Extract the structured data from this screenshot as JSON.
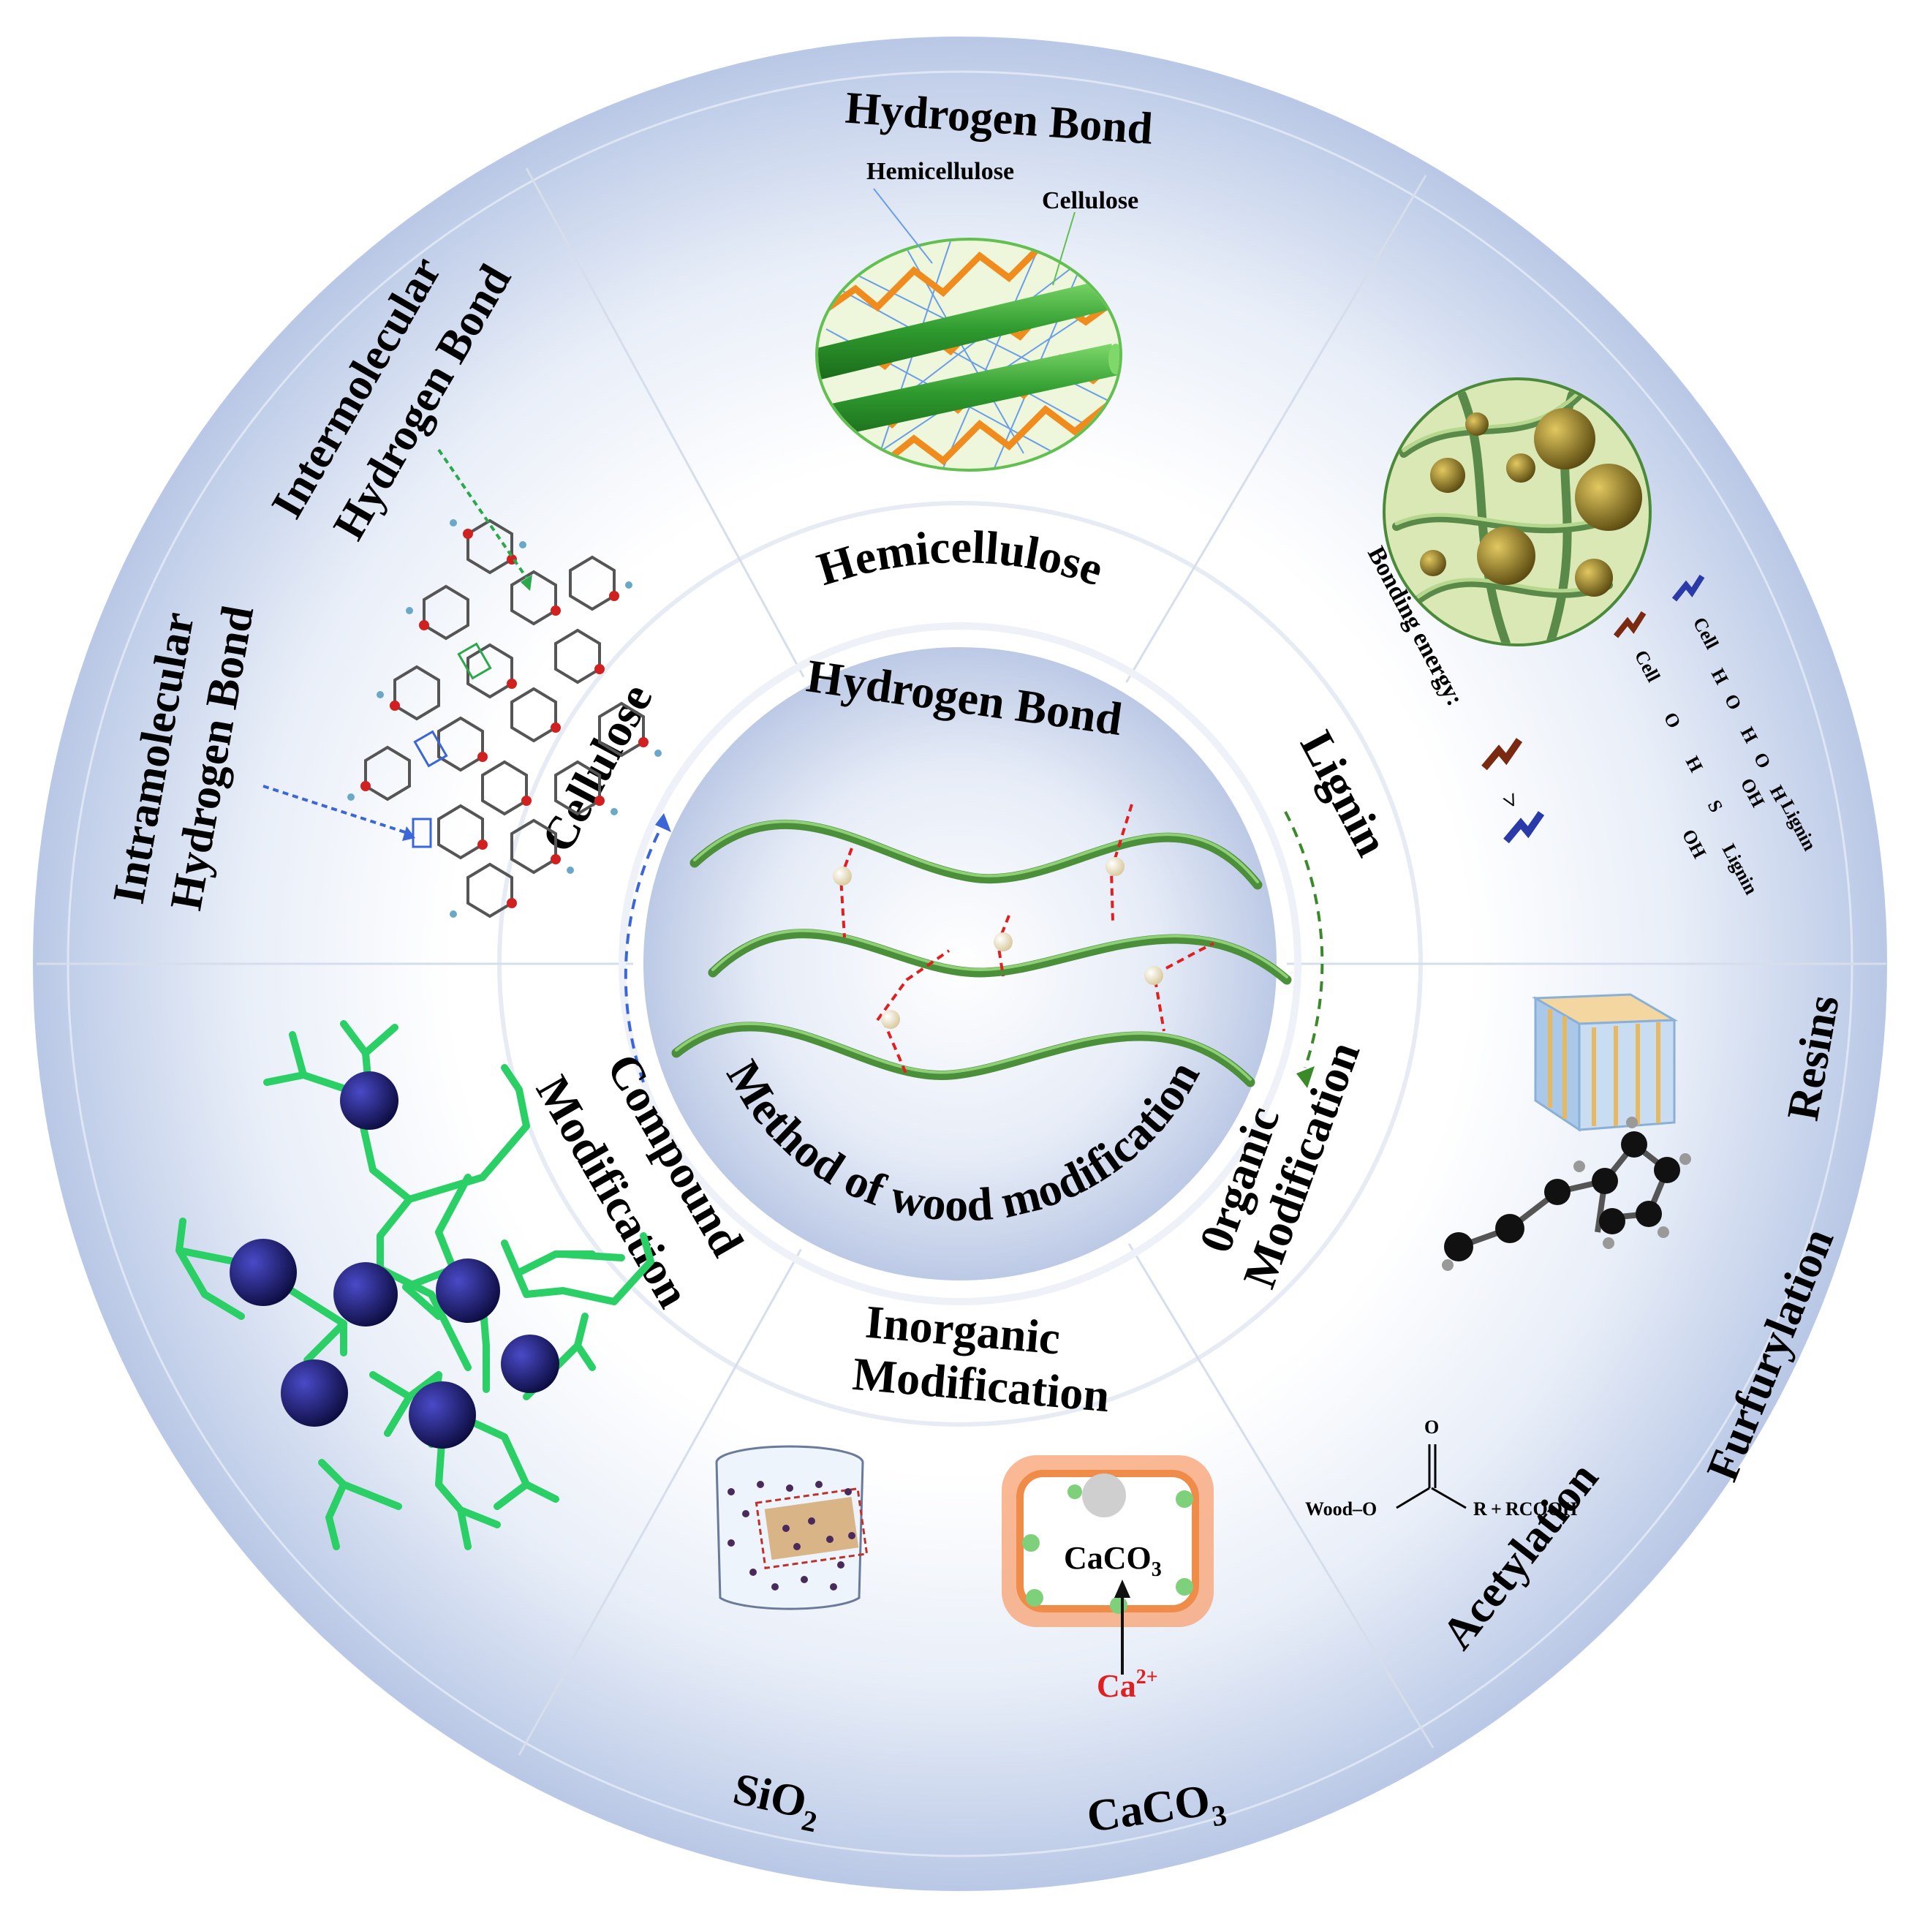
{
  "center": {
    "top_text": "Hydrogen Bond",
    "bottom_text": "Method of wood modification"
  },
  "inner_ring": {
    "hemicellulose": "Hemicellulose",
    "lignin": "Lignin",
    "cellulose": "Cellulose",
    "organic": "0rganic",
    "organic_2": "Modification",
    "inorganic": "Inorganic",
    "inorganic_2": "Modification",
    "compound": "Compound",
    "compound_2": "Modification"
  },
  "outer_ring": {
    "top_title": "Hydrogen Bond",
    "hemicellulose_label": "Hemicellulose",
    "cellulose_label": "Cellulose",
    "intermolecular": "Intermolecular",
    "intermolecular_2": "Hydrogen Bond",
    "intramolecular": "Intramolecular",
    "intramolecular_2": "Hydrogen Bond",
    "bonding_energy": "Bonding energy:",
    "cell_1": "Cell",
    "cell_2": "Cell",
    "h_1": "H",
    "o_1": "O",
    "h_2": "H",
    "o_2": "O",
    "h_3": "H",
    "o_3": "O",
    "h_4": "H",
    "s": "S",
    "oh_1": "OH",
    "oh_2": "OH",
    "lignin_1": "Lignin",
    "lignin_2": "Lignin",
    "greater": ">",
    "resins": "Resins",
    "furfurylation": "Furfurylation",
    "acetylation": "Acetylation",
    "wood_o": "Wood–O",
    "o_top": "O",
    "r_rcooh": "R + RCOOH",
    "sio2": "SiO",
    "sio2_sub": "2",
    "caco3": "CaCO",
    "caco3_sub": "3",
    "caco3_box": "CaCO",
    "caco3_box_sub": "3",
    "ca2": "Ca",
    "ca2_sup": "2+"
  },
  "colors": {
    "ring_outer": "#b8c7e6",
    "ring_inner": "#ffffff",
    "fiber_green": "#3c9a3c",
    "hbond_red": "#e02020",
    "orange": "#f08c1e",
    "navy": "#1c1c6e"
  }
}
